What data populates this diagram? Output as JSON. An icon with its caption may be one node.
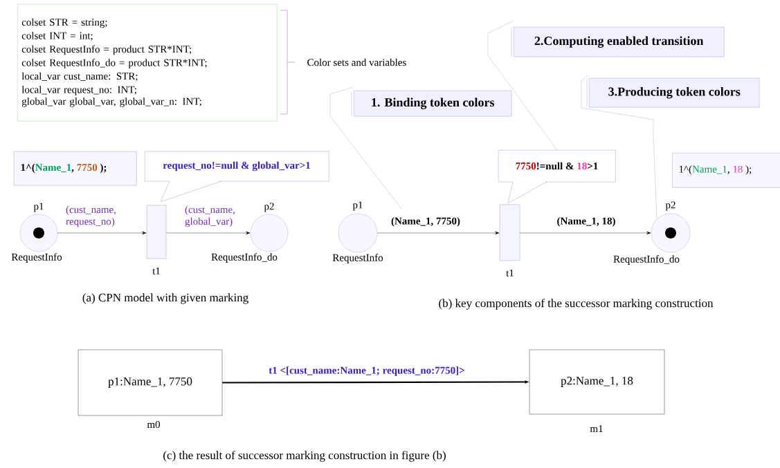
{
  "diagram": {
    "nodes": [
      {
        "text": [
          "colset STR = string;",
          "colset INT = int;",
          "colset RequestInfo = product STR*INT;",
          "colset RequestInfo_do = product STR*INT;",
          "local_var cust_name: STR;",
          "local_var request_no: INT;",
          "global_var global_var, global_var_n: INT;"
        ],
        "beside": [
          "Color sets and variables"
        ]
      },
      {
        "text": [
          "1^(",
          "Name_1",
          ",",
          "7750",
          ");"
        ]
      },
      {
        "text": [
          "request_no!=null & global_var>1"
        ]
      },
      {
        "text": [],
        "shape": "circle",
        "beside": [
          "p1",
          "RequestInfo"
        ]
      },
      {
        "text": [],
        "shape": "box",
        "beside": [
          "t1"
        ]
      },
      {
        "text": [],
        "shape": "circle",
        "beside": [
          "p2",
          "RequestInfo_do"
        ]
      },
      {
        "text": [
          "1. Binding token colors"
        ]
      },
      {
        "text": [
          "2.Computing enabled transition"
        ]
      },
      {
        "text": [
          "3.Producing token colors"
        ]
      },
      {
        "text": [
          "7750",
          "!=null &",
          "18",
          ">1"
        ]
      },
      {
        "text": [
          "1^(",
          "Name_1",
          ",",
          "18",
          ");"
        ]
      },
      {
        "text": [],
        "shape": "circle",
        "beside": [
          "p1",
          "RequestInfo"
        ]
      },
      {
        "text": [],
        "shape": "box",
        "beside": [
          "t1"
        ]
      },
      {
        "text": [],
        "shape": "circle",
        "beside": [
          "p2",
          "RequestInfo_do"
        ]
      },
      {
        "text": [
          "p1:Name_1, 7750"
        ],
        "beside": [
          "m0"
        ]
      },
      {
        "text": [
          "p2:Name_1, 18"
        ],
        "beside": [
          "m1"
        ]
      }
    ],
    "edges": [
      {
        "from": 3,
        "to": 4,
        "arrow": "to",
        "label": "(cust_name, request_no)"
      },
      {
        "from": 4,
        "to": 5,
        "arrow": "to",
        "label": "(cust_name, global_var)"
      },
      {
        "from": 11,
        "to": 12,
        "arrow": "to",
        "label": "(Name_1, 7750)"
      },
      {
        "from": 12,
        "to": 13,
        "arrow": "to",
        "label": "(Name_1, 18)"
      },
      {
        "from": 14,
        "to": 15,
        "arrow": "to",
        "label": "t1 <[cust_name:Name_1; request_no:7750]>",
        "style": "thick"
      },
      {
        "from": 6,
        "to": null,
        "arrow": "none",
        "color": "#8ea9c8"
      },
      {
        "from": 7,
        "to": 9,
        "arrow": "none",
        "color": "#8ea9c8"
      },
      {
        "from": 8,
        "to": 13,
        "arrow": "none",
        "color": "#8ea9c8"
      }
    ],
    "labels": [
      "(a) CPN model with given marking",
      "(b) key components of the successor marking construction",
      "(c) the result of successor marking construction in figure (b)"
    ]
  }
}
